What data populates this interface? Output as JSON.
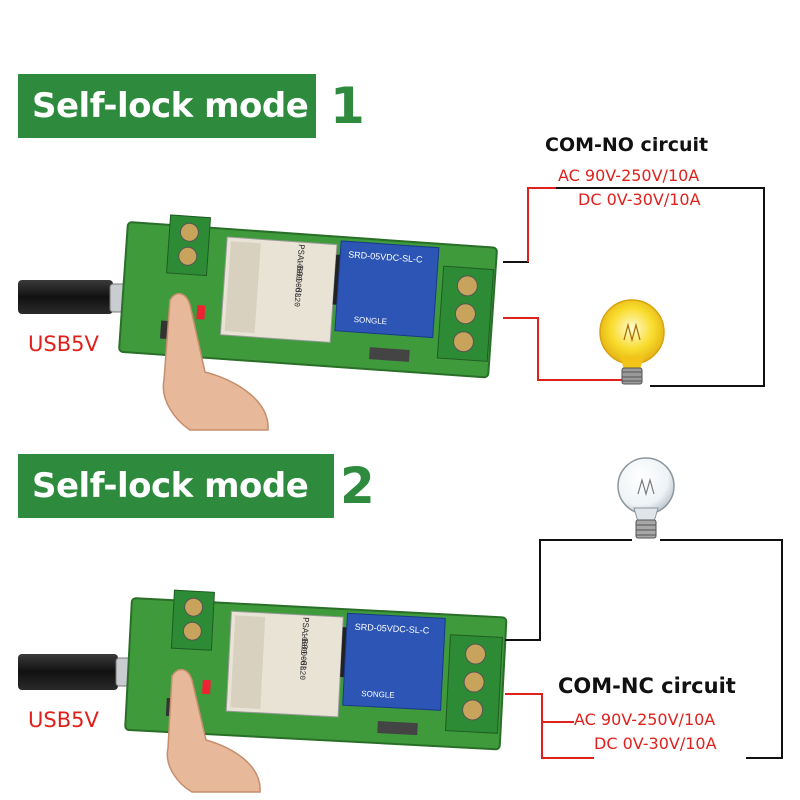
{
  "modes": [
    {
      "label": "Self-lock mode",
      "number": "1",
      "circuit_title": "COM-NO circuit",
      "spec_ac": "AC 90V-250V/10A",
      "spec_dc": "DC 0V-30V/10A",
      "usb_label": "USB5V",
      "module_label": "PSA-B01-GL",
      "module_id": "100000d320",
      "relay_model": "SRD-05VDC-SL-C",
      "relay_brand": "SONGLE",
      "bulb_state": "on"
    },
    {
      "label": "Self-lock mode",
      "number": "2",
      "circuit_title": "COM-NC circuit",
      "spec_ac": "AC 90V-250V/10A",
      "spec_dc": "DC 0V-30V/10A",
      "usb_label": "USB5V",
      "module_label": "PSA-B01-GL",
      "module_id": "100000d320",
      "relay_model": "SRD-05VDC-SL-C",
      "relay_brand": "SONGLE",
      "bulb_state": "off"
    }
  ],
  "colors": {
    "banner_green": "#2e8b3e",
    "pcb_green": "#3f9a3c",
    "relay_blue": "#2c55b5",
    "wire_red": "#e0201d",
    "bulb_on": "#f6d21a"
  }
}
